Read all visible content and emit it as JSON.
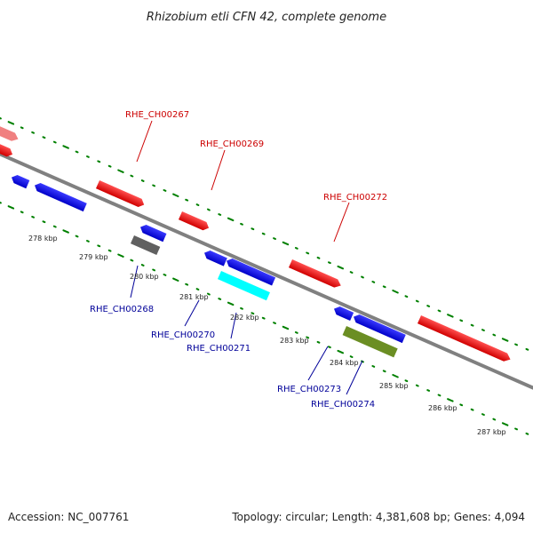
{
  "title": "Rhizobium etli CFN 42, complete genome",
  "footer": {
    "accession": "Accession: NC_007761",
    "topology": "Topology: circular; Length: 4,381,608 bp; Genes: 4,094"
  },
  "kbp_labels": [
    "278 kbp",
    "279 kbp",
    "280 kbp",
    "281 kbp",
    "282 kbp",
    "283 kbp",
    "284 kbp",
    "285 kbp",
    "286 kbp",
    "287 kbp"
  ],
  "gene_labels_forward": [
    "RHE_CH00267",
    "RHE_CH00269",
    "RHE_CH00272"
  ],
  "gene_labels_reverse": [
    "RHE_CH00268",
    "RHE_CH00270",
    "RHE_CH00271",
    "RHE_CH00273",
    "RHE_CH00274"
  ],
  "colors": {
    "forward_gene": "#ff0000",
    "forward_gene_light": "#f08080",
    "reverse_gene": "#0000ff",
    "cyan_gene": "#00ffff",
    "gray_gene": "#606060",
    "olive_gene": "#6b8e23",
    "tick": "#008000",
    "backbone": "#808080",
    "forward_label": "#cc0000",
    "reverse_label": "#000099"
  }
}
